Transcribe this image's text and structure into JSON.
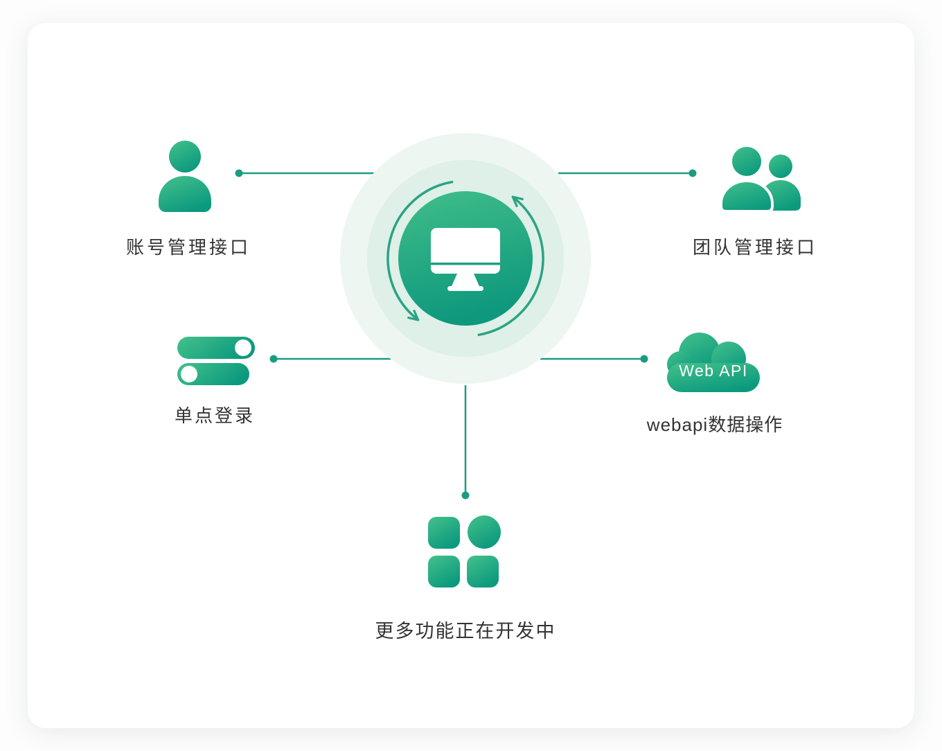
{
  "colors": {
    "gradient_start": "#45C18B",
    "gradient_end": "#0C9A7E",
    "connector": "#1B9C80",
    "halo_outer": "#EDF6F1",
    "halo_mid": "#DEF0E8",
    "label_text": "#333333",
    "card_background": "#FFFFFF",
    "icon_foreground": "#FFFFFF"
  },
  "center": {
    "icon": "monitor-sync-icon"
  },
  "nodes": {
    "account": {
      "label": "账号管理接口",
      "icon": "user-icon"
    },
    "team": {
      "label": "团队管理接口",
      "icon": "team-icon"
    },
    "sso": {
      "label": "单点登录",
      "icon": "toggle-switches-icon"
    },
    "webapi": {
      "label": "webapi数据操作",
      "badge": "Web API",
      "icon": "cloud-icon"
    },
    "more": {
      "label": "更多功能正在开发中",
      "icon": "apps-grid-icon"
    }
  }
}
